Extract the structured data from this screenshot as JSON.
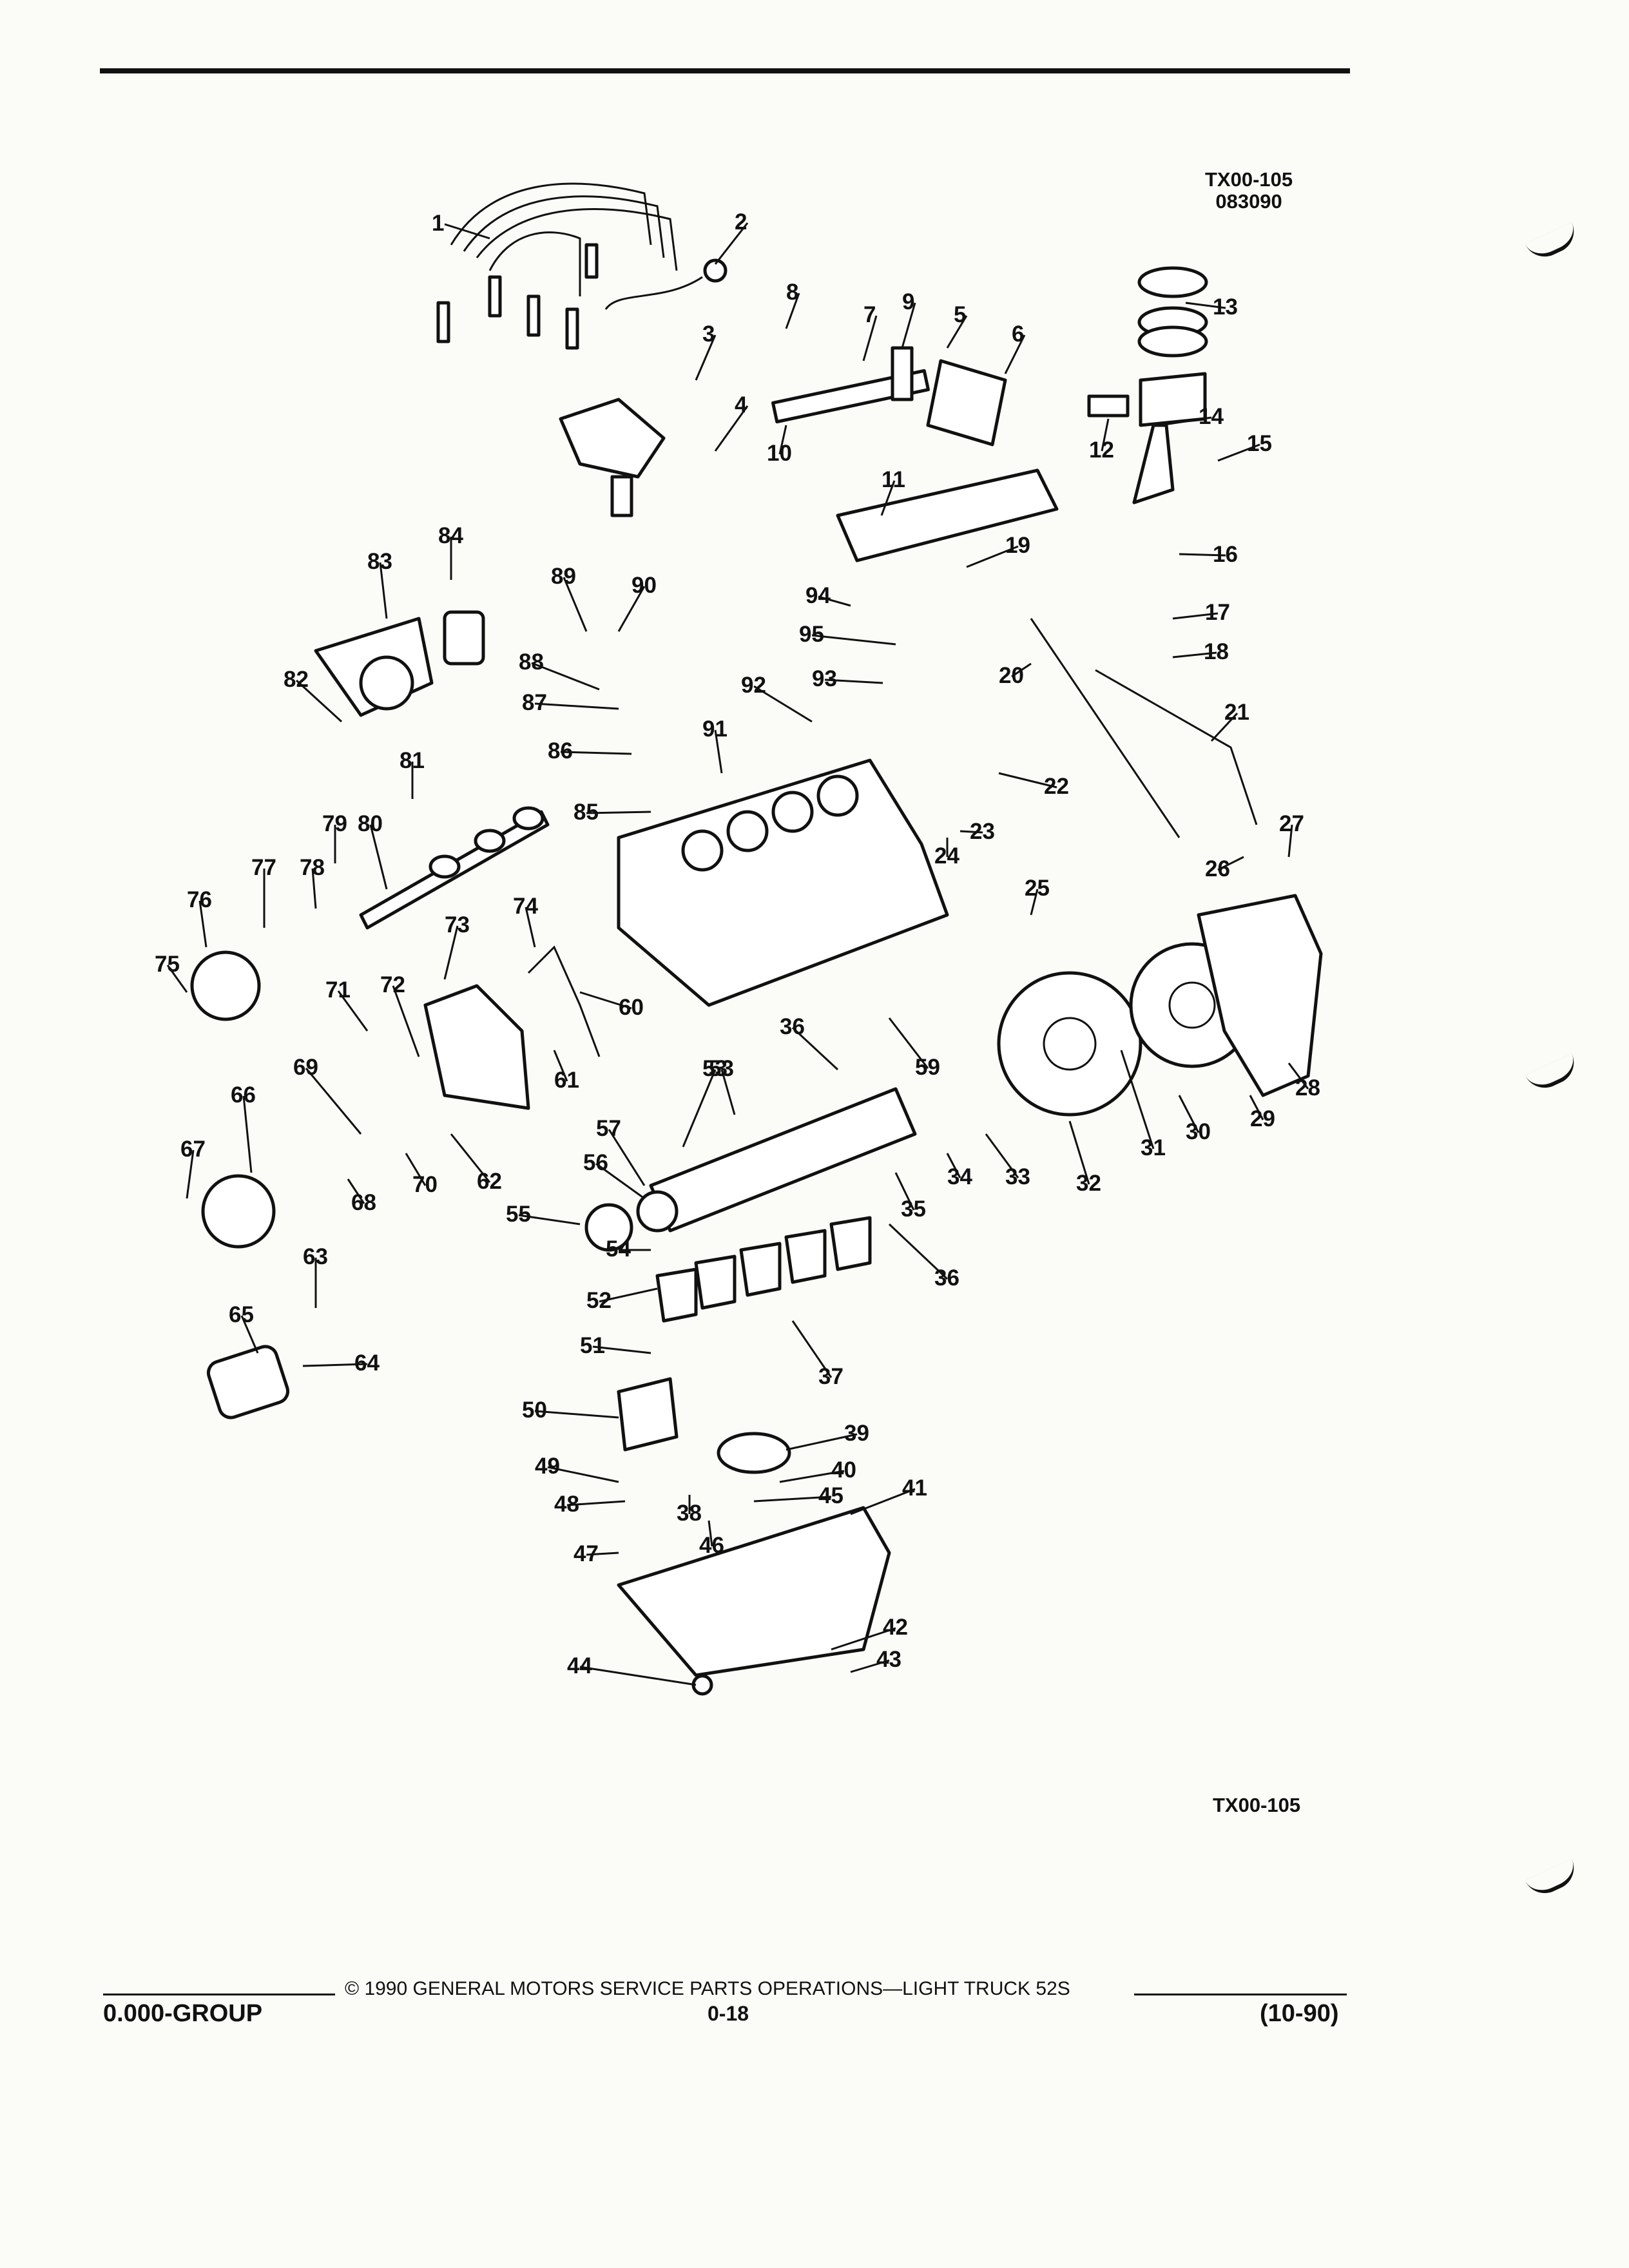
{
  "ref_code_top": "TX00-105",
  "ref_date": "083090",
  "ref_code_bottom": "TX00-105",
  "footer": {
    "group": "0.000-GROUP",
    "copyright": "© 1990 GENERAL MOTORS SERVICE PARTS OPERATIONS—LIGHT TRUCK 52S",
    "page": "0-18",
    "date": "(10-90)"
  },
  "callouts": [
    "1",
    "2",
    "3",
    "4",
    "5",
    "6",
    "7",
    "8",
    "9",
    "10",
    "11",
    "12",
    "13",
    "14",
    "15",
    "16",
    "17",
    "18",
    "19",
    "20",
    "21",
    "22",
    "23",
    "24",
    "25",
    "26",
    "27",
    "28",
    "29",
    "30",
    "31",
    "32",
    "33",
    "34",
    "35",
    "36",
    "36",
    "37",
    "38",
    "39",
    "40",
    "41",
    "42",
    "43",
    "44",
    "45",
    "46",
    "47",
    "48",
    "49",
    "50",
    "51",
    "52",
    "53",
    "53",
    "54",
    "55",
    "56",
    "57",
    "59",
    "60",
    "61",
    "62",
    "63",
    "64",
    "65",
    "66",
    "67",
    "68",
    "69",
    "70",
    "71",
    "72",
    "73",
    "74",
    "75",
    "76",
    "77",
    "78",
    "79",
    "80",
    "81",
    "82",
    "83",
    "84",
    "85",
    "86",
    "87",
    "88",
    "89",
    "90",
    "91",
    "92",
    "93",
    "94",
    "95"
  ]
}
